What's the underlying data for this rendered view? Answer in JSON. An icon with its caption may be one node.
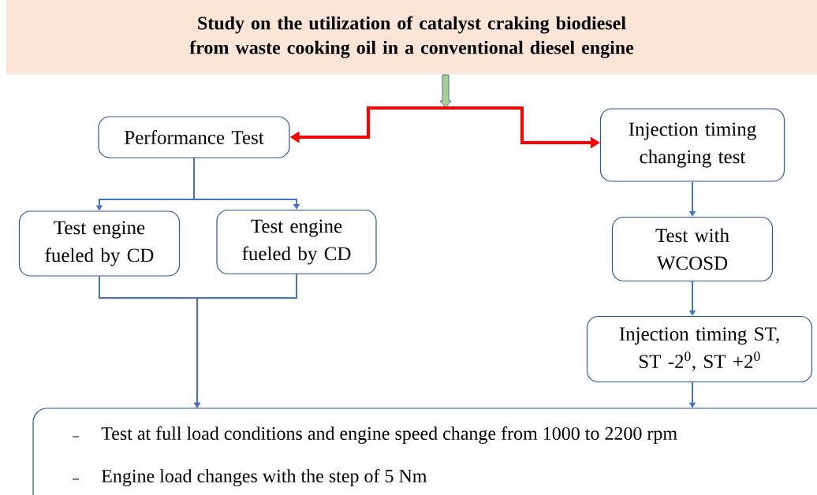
{
  "diagram": {
    "nodes": [
      {
        "text": [
          "Study on the utilization of catalyst craking biodiesel from waste cooking oil in a conventional diesel engine"
        ]
      },
      {
        "text": [
          "Performance Test"
        ]
      },
      {
        "text": [
          "Test engine fueled by CD"
        ]
      },
      {
        "text": [
          "Test engine fueled by CD"
        ]
      },
      {
        "text": [
          "Injection timing changing test"
        ]
      },
      {
        "text": [
          "Test with WCOSD"
        ]
      },
      {
        "text": [
          "Injection timing ST, ST -2$^{0}$, ST +2$^{0}$"
        ]
      },
      {
        "text": [
          "Test at full load conditions and engine speed change from 1000 to 2200 rpm",
          "Engine load changes with the step of 5 Nm"
        ]
      }
    ],
    "edges": [
      {
        "from": 0,
        "to": 1,
        "arrow": "to",
        "style": "thick",
        "color": "#ff0000"
      },
      {
        "from": 0,
        "to": 4,
        "arrow": "to",
        "style": "thick",
        "color": "#ff0000"
      },
      {
        "from": 1,
        "to": 2,
        "arrow": "to"
      },
      {
        "from": 1,
        "to": 3,
        "arrow": "to"
      },
      {
        "from": 2,
        "to": 7,
        "arrow": "to"
      },
      {
        "from": 3,
        "to": 7,
        "arrow": "to"
      },
      {
        "from": 4,
        "to": 5,
        "arrow": "to"
      },
      {
        "from": 5,
        "to": 6,
        "arrow": "to"
      },
      {
        "from": 6,
        "to": 7,
        "arrow": "to"
      }
    ]
  }
}
